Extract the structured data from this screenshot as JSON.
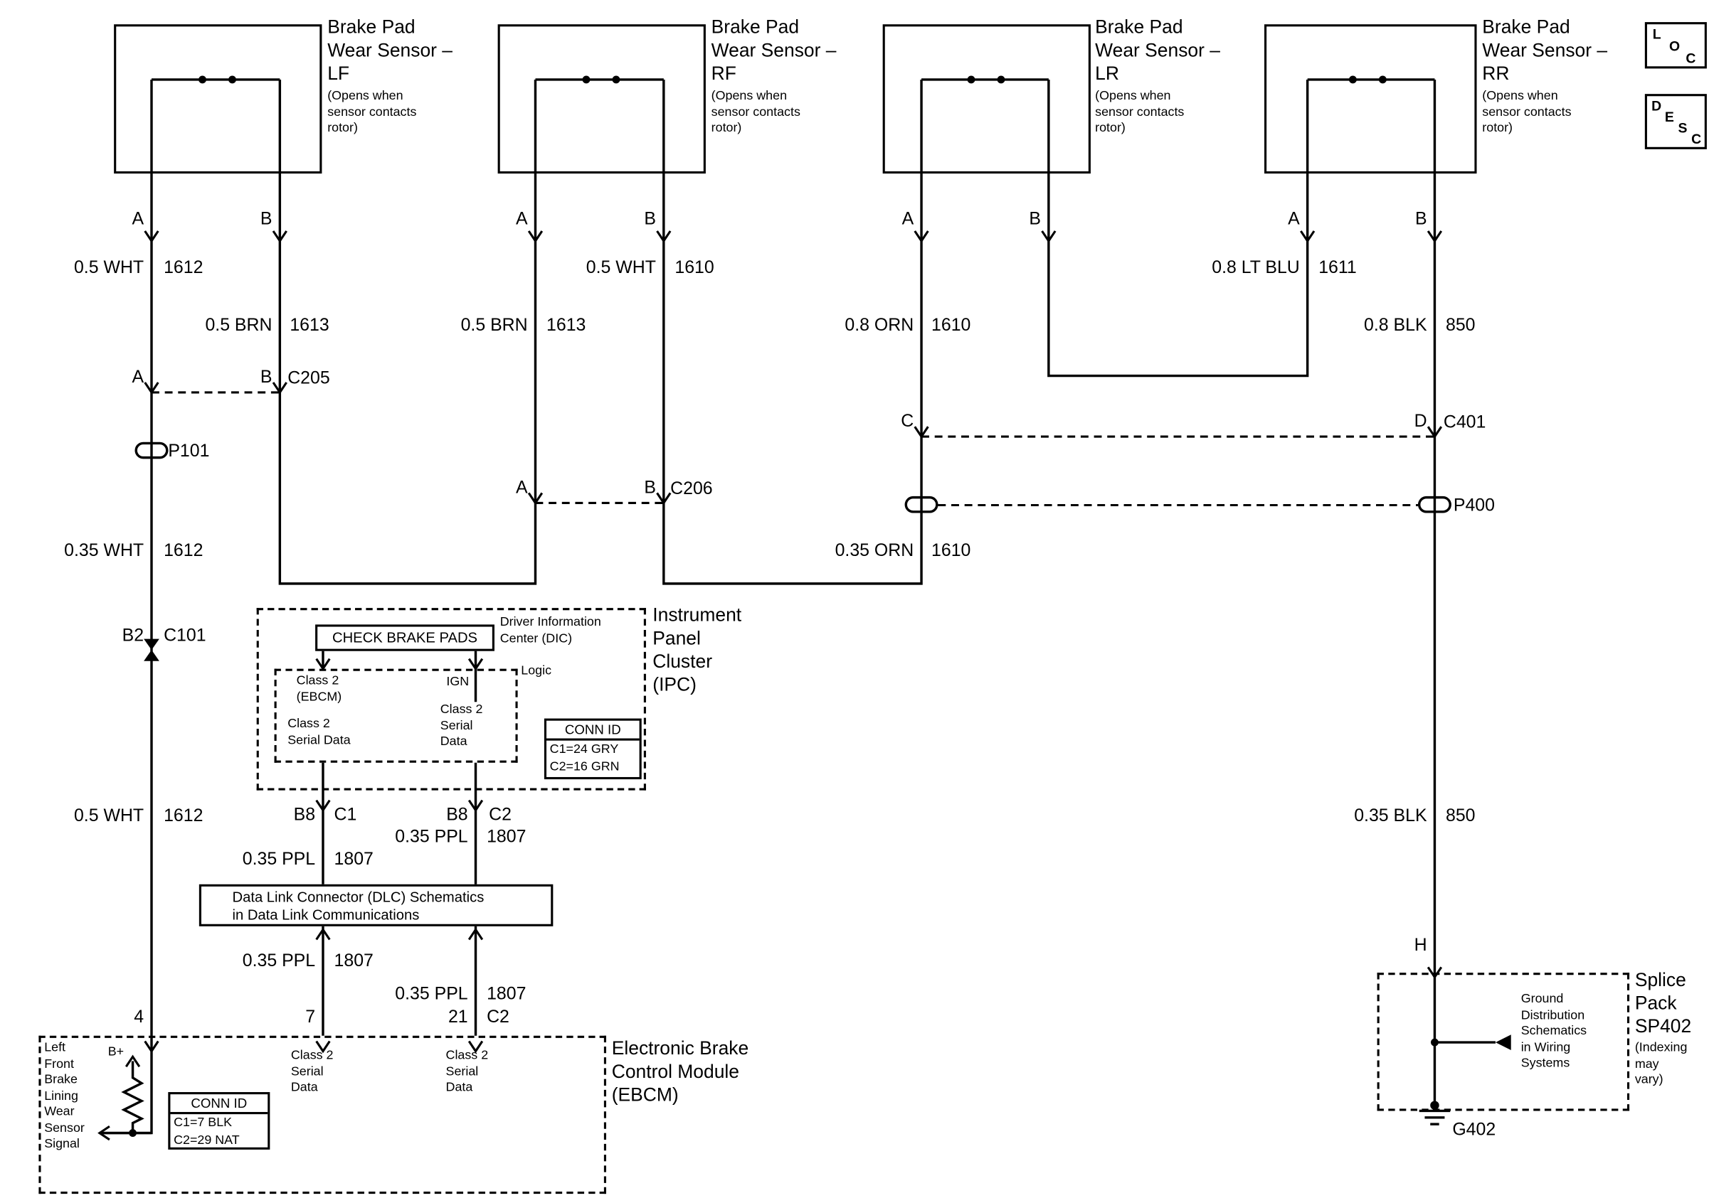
{
  "diagram": {
    "sensors": [
      {
        "id": "lf",
        "title": "Brake Pad\nWear Sensor –\nLF",
        "note": "(Opens when\nsensor contacts\nrotor)",
        "pin_a": "A",
        "pin_b": "B"
      },
      {
        "id": "rf",
        "title": "Brake Pad\nWear Sensor –\nRF",
        "note": "(Opens when\nsensor contacts\nrotor)",
        "pin_a": "A",
        "pin_b": "B"
      },
      {
        "id": "lr",
        "title": "Brake Pad\nWear Sensor –\nLR",
        "note": "(Opens when\nsensor contacts\nrotor)",
        "pin_a": "A",
        "pin_b": "B"
      },
      {
        "id": "rr",
        "title": "Brake Pad\nWear Sensor –\nRR",
        "note": "(Opens when\nsensor contacts\nrotor)",
        "pin_a": "A",
        "pin_b": "B"
      }
    ],
    "corner_links": {
      "loc": {
        "l1": "L",
        "l2": "O",
        "l3": "C"
      },
      "desc": {
        "l1": "D",
        "l2": "E",
        "l3": "S",
        "l4": "C"
      }
    },
    "wires": {
      "lf_a_upper": {
        "name": "0.5 WHT",
        "circuit": "1612"
      },
      "lf_b": {
        "name": "0.5 BRN",
        "circuit": "1613"
      },
      "rf_a": {
        "name": "0.5 BRN",
        "circuit": "1613"
      },
      "rf_b": {
        "name": "0.5 WHT",
        "circuit": "1610"
      },
      "lr_a": {
        "name": "0.8 ORN",
        "circuit": "1610"
      },
      "rr_a": {
        "name": "0.8 LT BLU",
        "circuit": "1611"
      },
      "rr_b": {
        "name": "0.8 BLK",
        "circuit": "850"
      },
      "lf_a_mid": {
        "name": "0.35 WHT",
        "circuit": "1612"
      },
      "lr_a_mid": {
        "name": "0.35 ORN",
        "circuit": "1610"
      },
      "lf_a_lower": {
        "name": "0.5 WHT",
        "circuit": "1612"
      },
      "rr_b_lower": {
        "name": "0.35 BLK",
        "circuit": "850"
      },
      "ppl_c1_upper": {
        "name": "0.35 PPL",
        "circuit": "1807"
      },
      "ppl_c2_upper": {
        "name": "0.35 PPL",
        "circuit": "1807"
      },
      "ppl_pin7": {
        "name": "0.35 PPL",
        "circuit": "1807"
      },
      "ppl_pin21": {
        "name": "0.35 PPL",
        "circuit": "1807"
      }
    },
    "connectors": {
      "c205": {
        "a": "A",
        "b": "B",
        "name": "C205"
      },
      "c206": {
        "a": "A",
        "b": "B",
        "name": "C206"
      },
      "c401": {
        "c": "C",
        "d": "D",
        "name": "C401"
      },
      "c101": {
        "pin": "B2",
        "name": "C101"
      },
      "p101": "P101",
      "p400": "P400",
      "g402": "G402",
      "h_pin": "H"
    },
    "ipc": {
      "label": "Instrument\nPanel\nCluster\n(IPC)",
      "warning": "CHECK BRAKE PADS",
      "dic": "Driver Information\nCenter (DIC)",
      "logic": "Logic",
      "class2_ebcm": "Class 2\n(EBCM)",
      "ign": "IGN",
      "serial_left": "Class 2\nSerial Data",
      "serial_right": "Class 2\nSerial\nData",
      "conn_id": {
        "title": "CONN ID",
        "row1": "C1=24 GRY",
        "row2": "C2=16 GRN"
      },
      "pin_b8_left": "B8",
      "pin_c1": "C1",
      "pin_b8_right": "B8",
      "pin_c2": "C2"
    },
    "dlc": {
      "text": "Data Link Connector (DLC) Schematics\nin Data Link Communications"
    },
    "ebcm": {
      "label": "Electronic Brake\nControl Module\n(EBCM)",
      "pin4": "4",
      "pin7": "7",
      "pin21": "21",
      "pin_c2": "C2",
      "b_plus": "B+",
      "signal": "Left\nFront\nBrake\nLining\nWear\nSensor\nSignal",
      "conn_id": {
        "title": "CONN ID",
        "row1": "C1=7 BLK",
        "row2": "C2=29 NAT"
      },
      "serial_left": "Class 2\nSerial\nData",
      "serial_right": "Class 2\nSerial\nData"
    },
    "splice": {
      "label": "Splice\nPack\nSP402",
      "note": "(Indexing\nmay\nvary)",
      "ground_ref": "Ground\nDistribution\nSchematics\nin Wiring\nSystems"
    }
  }
}
